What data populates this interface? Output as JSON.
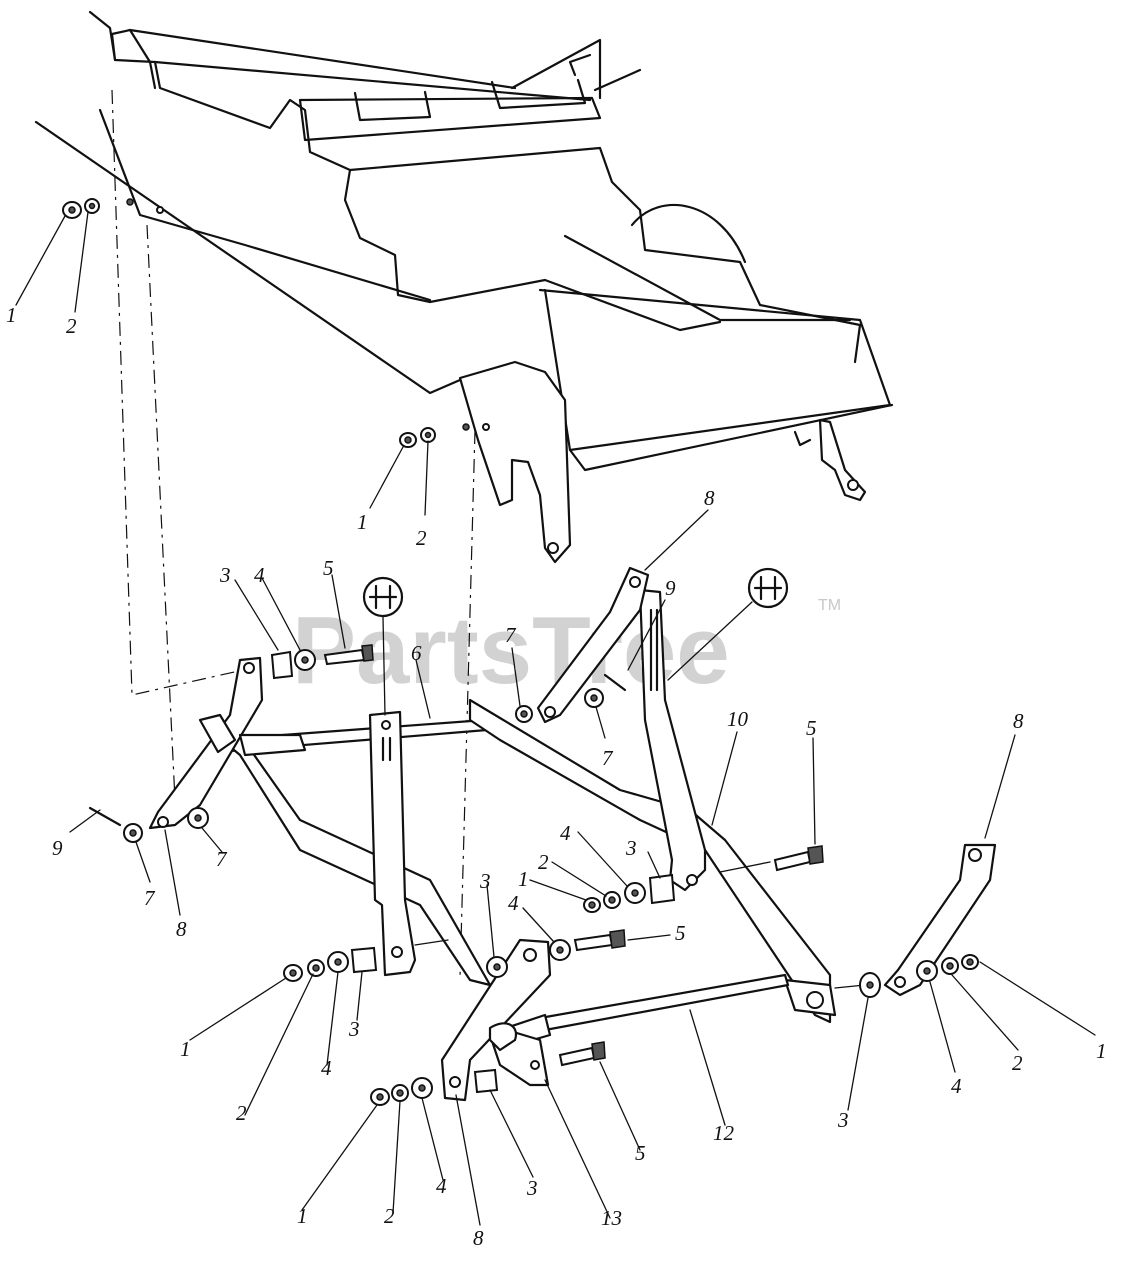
{
  "watermark": {
    "text": "PartsTree",
    "trademark": "TM"
  },
  "colors": {
    "line": "#111111",
    "watermark": "#d2d2d2",
    "background": "#ffffff"
  },
  "callouts": [
    {
      "id": "c1",
      "text": "1"
    },
    {
      "id": "c2",
      "text": "2"
    },
    {
      "id": "c3",
      "text": "1"
    },
    {
      "id": "c4",
      "text": "2"
    },
    {
      "id": "c5",
      "text": "8"
    },
    {
      "id": "c6",
      "text": "9"
    },
    {
      "id": "c7",
      "text": "7"
    },
    {
      "id": "c8",
      "text": "7"
    },
    {
      "id": "c9",
      "text": "3"
    },
    {
      "id": "c10",
      "text": "4"
    },
    {
      "id": "c11",
      "text": "5"
    },
    {
      "id": "c12",
      "text": "6"
    },
    {
      "id": "c13",
      "text": "10"
    },
    {
      "id": "c14",
      "text": "5"
    },
    {
      "id": "c15",
      "text": "8"
    },
    {
      "id": "c16",
      "text": "9"
    },
    {
      "id": "c17",
      "text": "7"
    },
    {
      "id": "c18",
      "text": "8"
    },
    {
      "id": "c19",
      "text": "7"
    },
    {
      "id": "c20",
      "text": "4"
    },
    {
      "id": "c21",
      "text": "3"
    },
    {
      "id": "c22",
      "text": "2"
    },
    {
      "id": "c23",
      "text": "1"
    },
    {
      "id": "c24",
      "text": "3"
    },
    {
      "id": "c25",
      "text": "4"
    },
    {
      "id": "c26",
      "text": "5"
    },
    {
      "id": "c27",
      "text": "1"
    },
    {
      "id": "c28",
      "text": "2"
    },
    {
      "id": "c29",
      "text": "4"
    },
    {
      "id": "c30",
      "text": "3"
    },
    {
      "id": "c31",
      "text": "1"
    },
    {
      "id": "c32",
      "text": "2"
    },
    {
      "id": "c33",
      "text": "4"
    },
    {
      "id": "c34",
      "text": "3"
    },
    {
      "id": "c35",
      "text": "13"
    },
    {
      "id": "c36",
      "text": "5"
    },
    {
      "id": "c37",
      "text": "12"
    },
    {
      "id": "c38",
      "text": "3"
    },
    {
      "id": "c39",
      "text": "4"
    },
    {
      "id": "c40",
      "text": "2"
    },
    {
      "id": "c41",
      "text": "1"
    },
    {
      "id": "c42",
      "text": "8"
    }
  ]
}
